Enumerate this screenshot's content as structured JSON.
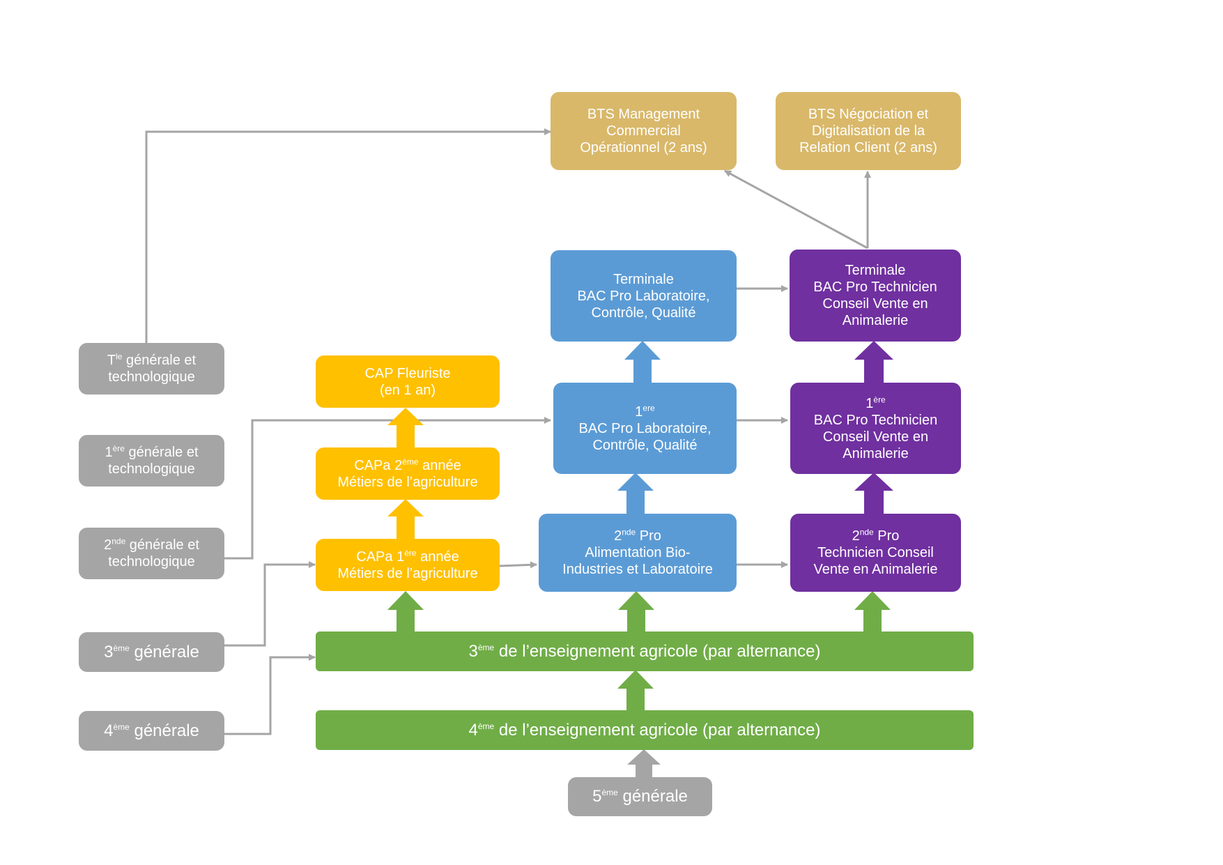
{
  "colors": {
    "gray": "#a5a5a5",
    "gold": "#d9b86a",
    "blue": "#5b9bd5",
    "purple": "#7030a0",
    "yellow": "#ffc000",
    "green": "#70ad47",
    "connector": "#a5a5a5"
  },
  "left": {
    "terminale": {
      "pre": "T",
      "sup": "le",
      "post": " générale et",
      "line2": "technologique"
    },
    "premiere": {
      "pre": "1",
      "sup": "ère",
      "post": " générale et",
      "line2": "technologique"
    },
    "seconde": {
      "pre": "2",
      "sup": "nde",
      "post": " générale et",
      "line2": "technologique"
    },
    "troisieme": {
      "pre": "3",
      "sup": "ème",
      "post": " générale"
    },
    "quatrieme": {
      "pre": "4",
      "sup": "ème",
      "post": " générale"
    }
  },
  "bottom": {
    "pre": "5",
    "sup": "ème",
    "post": " générale"
  },
  "green": {
    "g4": {
      "pre": "4",
      "sup": "ème",
      "post": " de l’enseignement agricole (par alternance)"
    },
    "g3": {
      "pre": "3",
      "sup": "ème",
      "post": " de l’enseignement agricole (par alternance)"
    }
  },
  "yellow": {
    "capa1": {
      "pre": "CAPa 1",
      "sup": "ère",
      "post": " année",
      "line2": "Métiers de l’agriculture"
    },
    "capa2": {
      "pre": "CAPa 2",
      "sup": "ème",
      "post": " année",
      "line2": "Métiers de l’agriculture"
    },
    "cap_fleuriste": {
      "line1": "CAP Fleuriste",
      "line2": "(en 1 an)"
    }
  },
  "blue": {
    "seconde": {
      "pre": "2",
      "sup": "nde",
      "post": " Pro",
      "line2": "Alimentation Bio-",
      "line3": "Industries et Laboratoire"
    },
    "premiere": {
      "sup": "ere",
      "pre": "1",
      "line2": "BAC Pro Laboratoire,",
      "line3": "Contrôle, Qualité"
    },
    "terminale": {
      "line1": "Terminale",
      "line2": "BAC Pro Laboratoire,",
      "line3": "Contrôle, Qualité"
    }
  },
  "purple": {
    "seconde": {
      "pre": "2",
      "sup": "nde",
      "post": " Pro",
      "line2": "Technicien Conseil",
      "line3": "Vente en Animalerie"
    },
    "premiere": {
      "sup": "ère",
      "pre": "1",
      "line2": "BAC Pro Technicien",
      "line3": "Conseil Vente en",
      "line4": "Animalerie"
    },
    "terminale": {
      "line1": "Terminale",
      "line2": "BAC Pro Technicien",
      "line3": "Conseil Vente en",
      "line4": "Animalerie"
    }
  },
  "bts": {
    "mco": {
      "line1": "BTS Management",
      "line2": "Commercial",
      "line3": "Opérationnel (2 ans)"
    },
    "ndrc": {
      "line1": "BTS Négociation et",
      "line2": "Digitalisation de la",
      "line3": "Relation Client (2 ans)"
    }
  }
}
